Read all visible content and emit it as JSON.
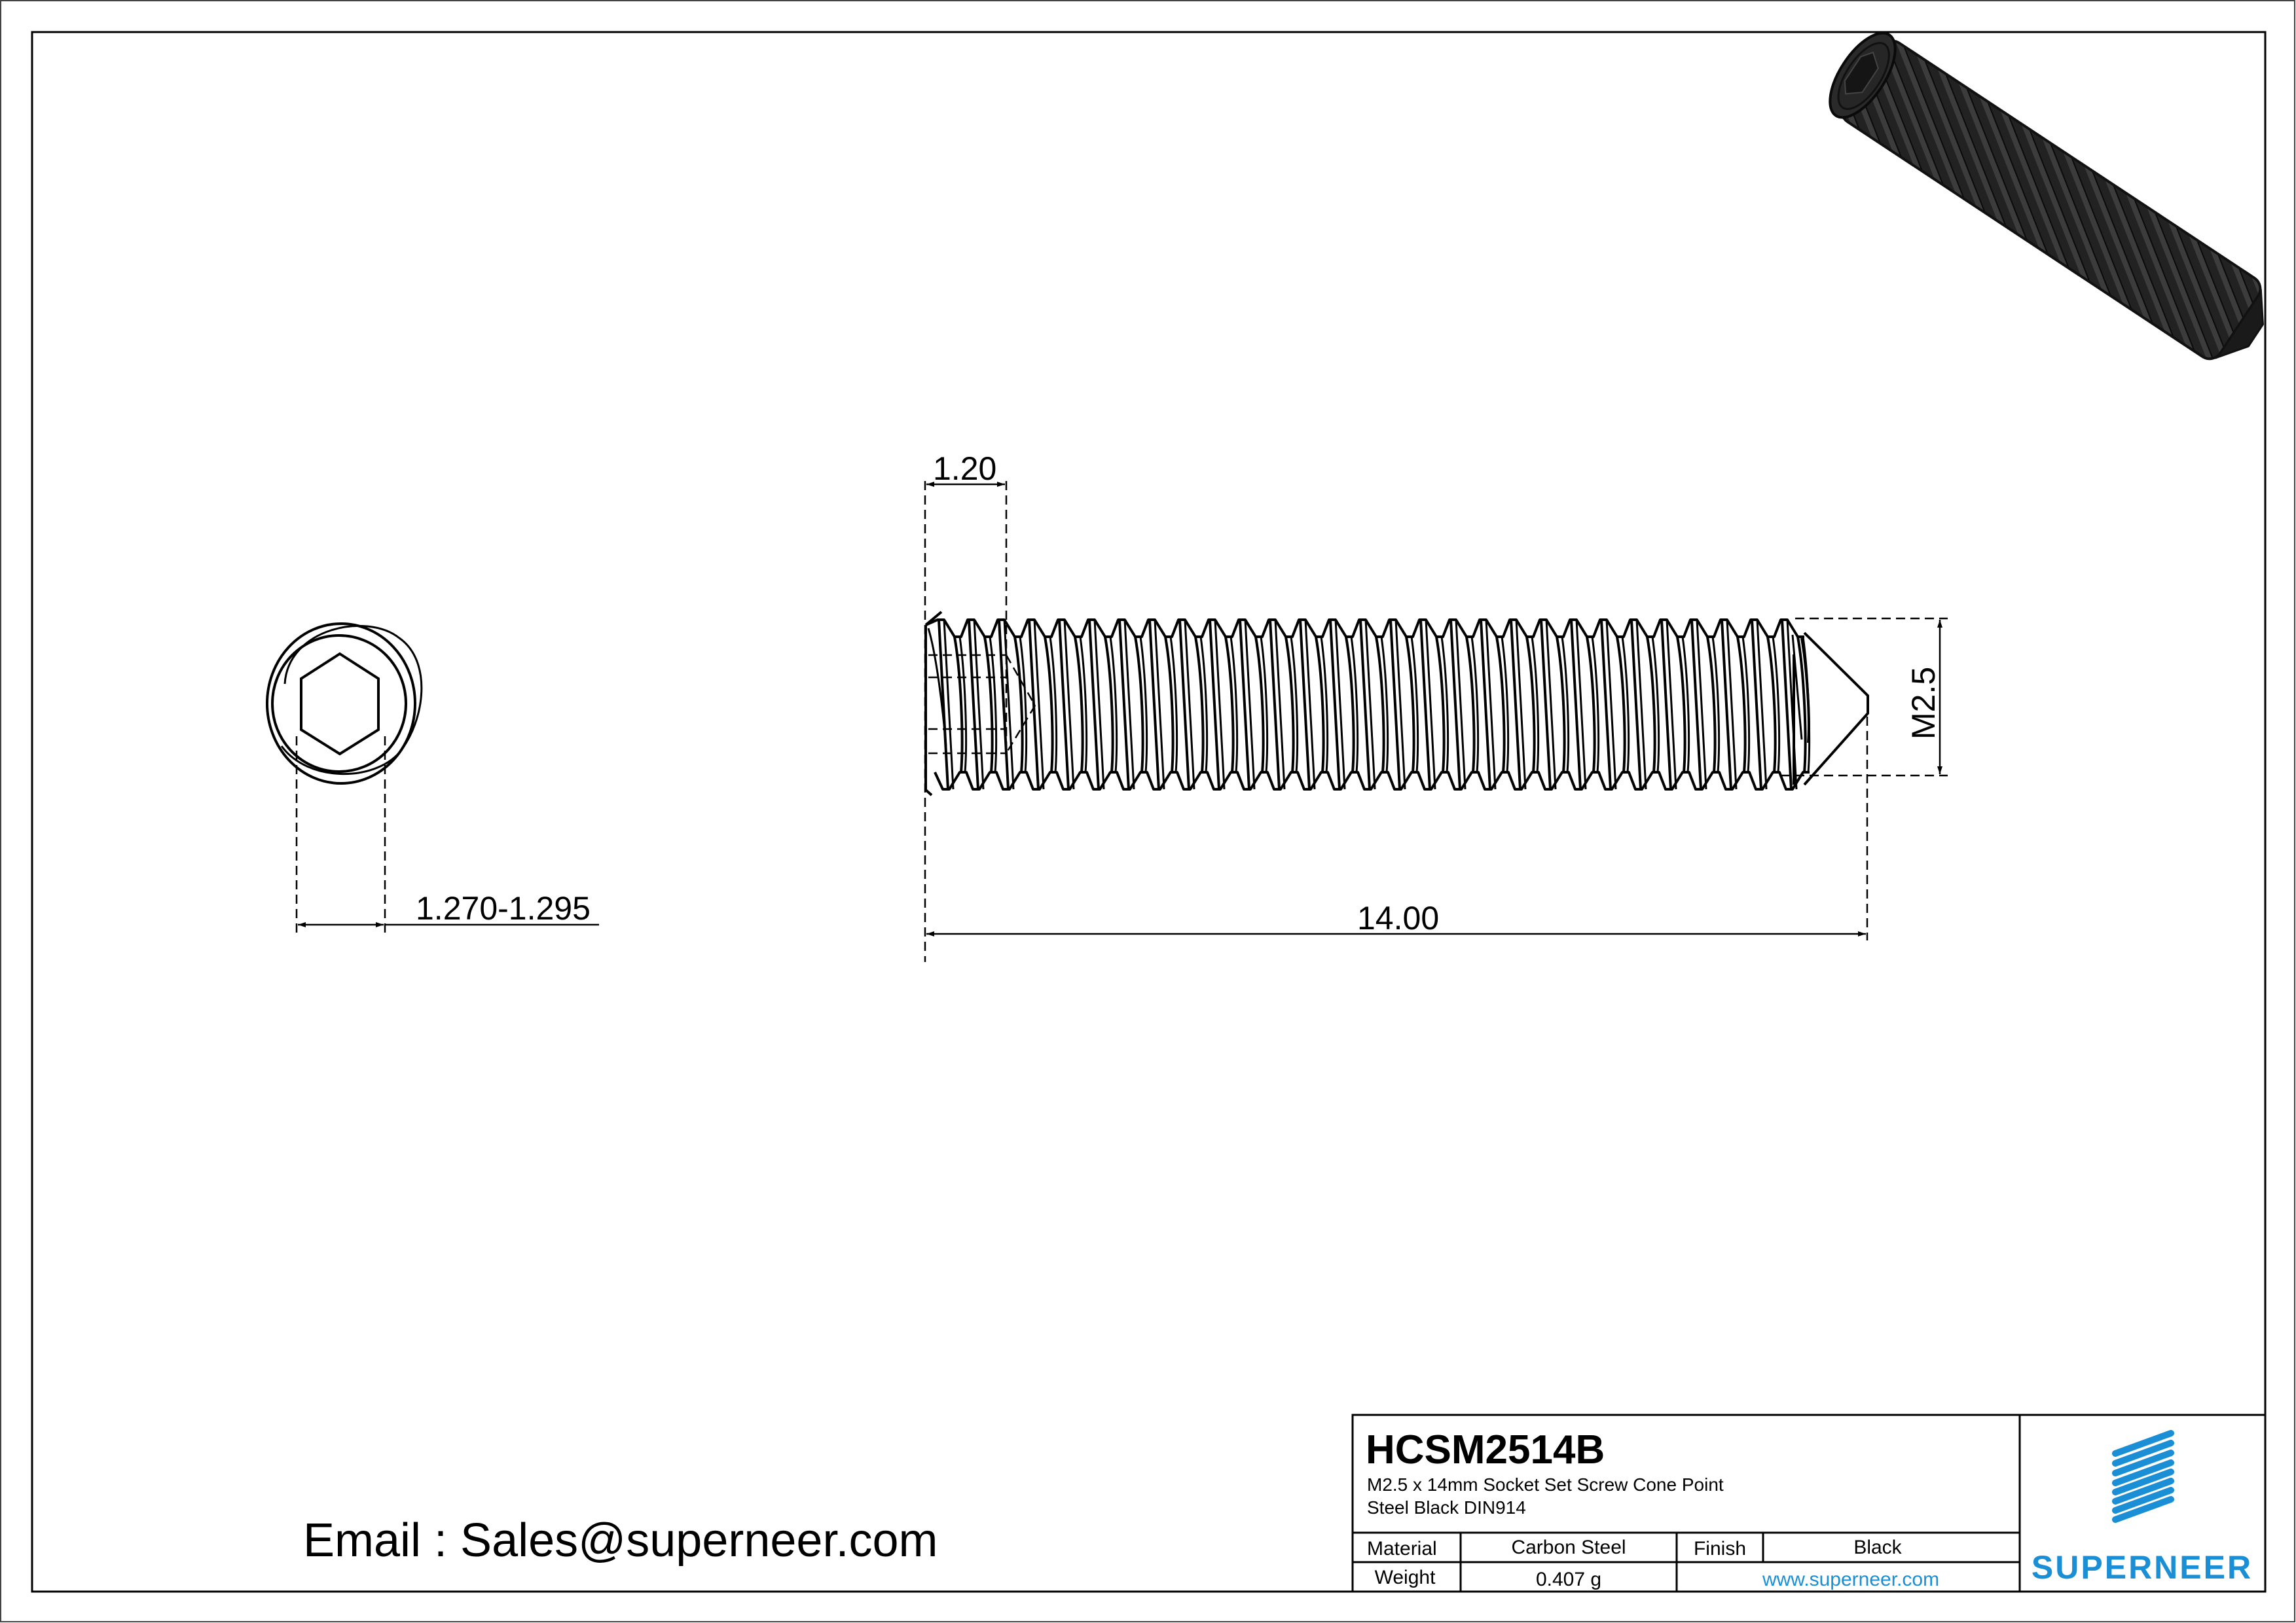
{
  "drawing": {
    "part_number": "HCSM2514B",
    "description_line1": "M2.5 x 14mm Socket Set Screw Cone Point",
    "description_line2": "Steel Black DIN914",
    "email_label": "Email : Sales@superneer.com"
  },
  "dimensions": {
    "socket_across_flats": "1.270-1.295",
    "socket_depth": "1.20",
    "overall_length": "14.00",
    "thread_size": "M2.5"
  },
  "title_block": {
    "material_label": "Material",
    "material_value": "Carbon Steel",
    "finish_label": "Finish",
    "finish_value": "Black",
    "weight_label": "Weight",
    "weight_value": "0.407 g",
    "website": "www.superneer.com"
  },
  "logo": {
    "wordmark": "SUPERNEER",
    "color": "#1a8fd6",
    "icon": "diagonal-stripes-icon"
  },
  "views": {
    "end_view": "hex-socket-end-view",
    "side_view": "threaded-side-view",
    "iso_view": "isometric-render"
  }
}
